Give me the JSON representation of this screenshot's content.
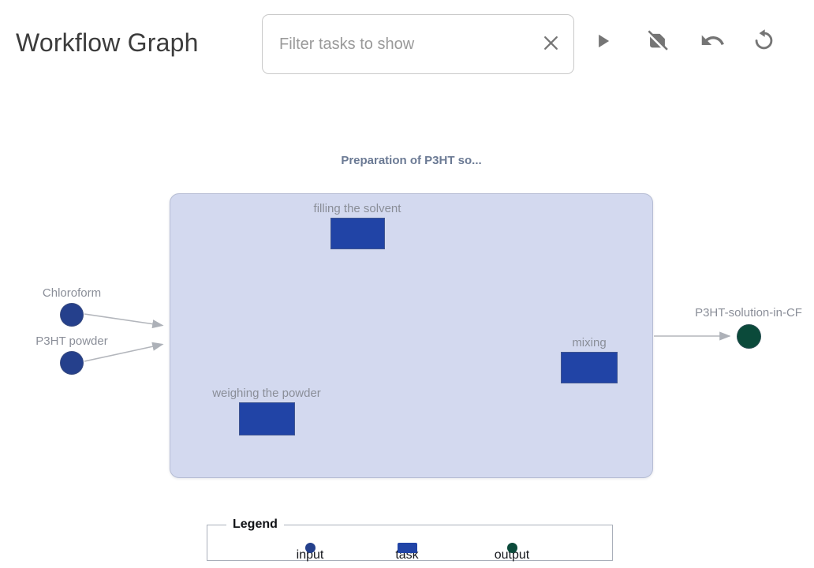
{
  "header": {
    "title": "Workflow Graph",
    "filter": {
      "placeholder": "Filter tasks to show",
      "clear_icon": "close"
    },
    "toolbar": {
      "buttons": [
        {
          "icon": "play"
        },
        {
          "icon": "hide-minimap"
        },
        {
          "icon": "undo"
        },
        {
          "icon": "reset"
        }
      ]
    }
  },
  "diagram": {
    "title": "Preparation of P3HT so...",
    "inputs": [
      {
        "label": "Chloroform"
      },
      {
        "label": "P3HT powder"
      }
    ],
    "tasks": [
      {
        "label": "filling the solvent"
      },
      {
        "label": "mixing"
      },
      {
        "label": "weighing the powder"
      }
    ],
    "outputs": [
      {
        "label": "P3HT-solution-in-CF"
      }
    ],
    "colors": {
      "input": "#25408c",
      "task": "#2144a6",
      "output": "#0b4a3a",
      "container": "#d3d9ef",
      "edge": "#b3b6bc"
    }
  },
  "legend": {
    "title": "Legend",
    "items": [
      {
        "type": "input",
        "label": "input"
      },
      {
        "type": "task",
        "label": "task"
      },
      {
        "type": "output",
        "label": "output"
      }
    ]
  }
}
